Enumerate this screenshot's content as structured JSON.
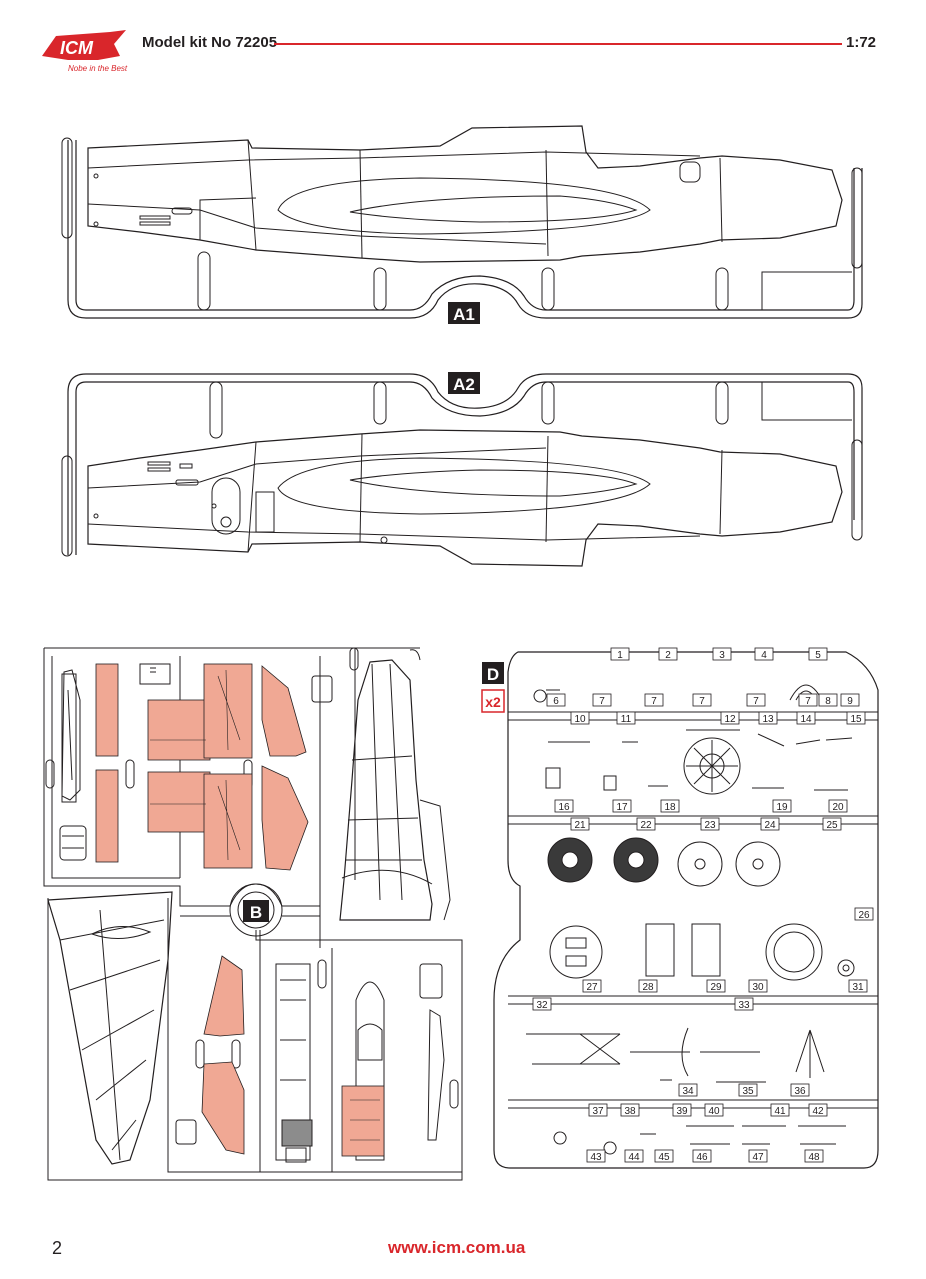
{
  "header": {
    "logo_text": "ICM",
    "logo_tagline": "Nobe in the Best",
    "title": "Model kit No 72205",
    "scale": "1:72"
  },
  "sprues": {
    "a1": {
      "label": "A1"
    },
    "a2": {
      "label": "A2"
    },
    "b": {
      "label": "B"
    },
    "d": {
      "label": "D",
      "quantity": "x2"
    }
  },
  "part_numbers": [
    "1",
    "2",
    "3",
    "4",
    "5",
    "6",
    "7",
    "7",
    "7",
    "7",
    "7",
    "8",
    "9",
    "10",
    "11",
    "12",
    "13",
    "14",
    "15",
    "16",
    "17",
    "18",
    "19",
    "20",
    "21",
    "22",
    "23",
    "24",
    "25",
    "26",
    "27",
    "28",
    "29",
    "30",
    "31",
    "32",
    "33",
    "34",
    "35",
    "36",
    "37",
    "38",
    "39",
    "40",
    "41",
    "42",
    "43",
    "44",
    "45",
    "46",
    "47",
    "48"
  ],
  "footer": {
    "page_number": "2",
    "website": "www.icm.com.ua"
  },
  "colors": {
    "accent": "#d9262b",
    "highlight": "#f0a894",
    "line": "#231f20"
  }
}
